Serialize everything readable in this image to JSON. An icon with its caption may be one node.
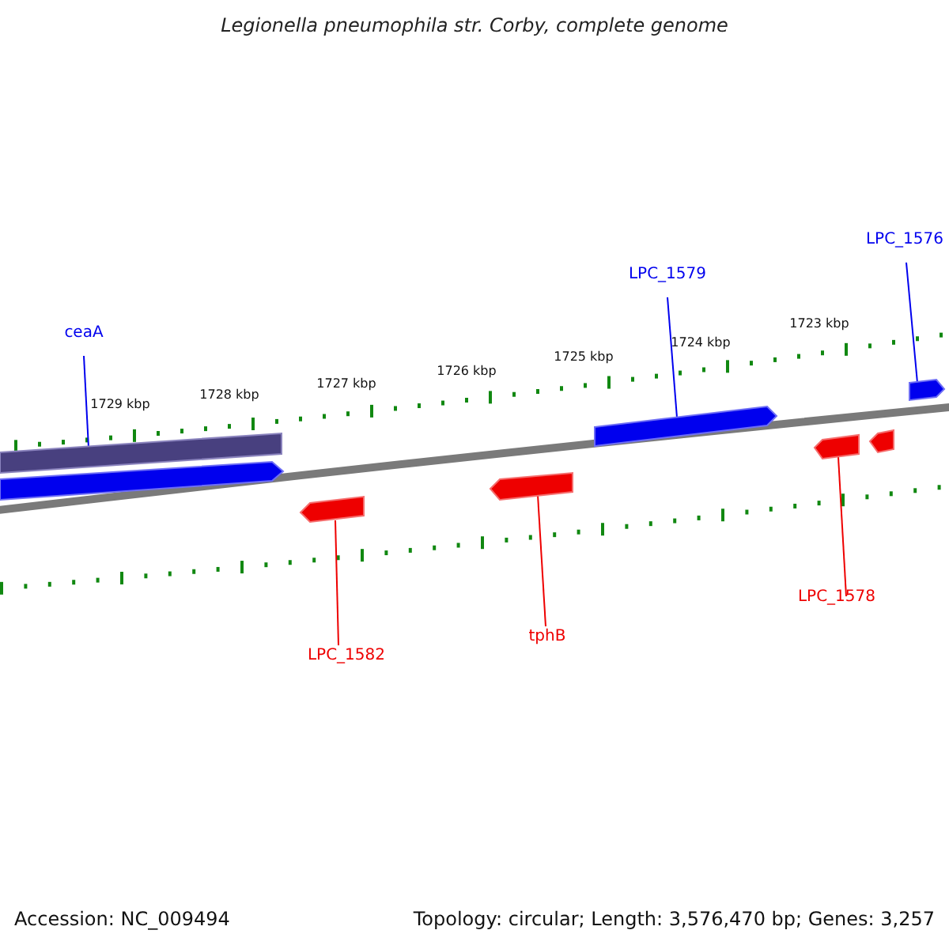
{
  "diagram": {
    "title": "Legionella pneumophila str. Corby, complete genome",
    "nodes": [
      {
        "text": [
          "LPC_1576"
        ]
      },
      {
        "text": [
          "LPC_1579"
        ]
      },
      {
        "text": [
          "ceaA"
        ]
      },
      {
        "text": [
          "LPC_1578"
        ]
      },
      {
        "text": [
          "tphB"
        ]
      },
      {
        "text": [
          "LPC_1582"
        ]
      },
      {
        "text": [],
        "shape": "bar"
      },
      {
        "text": [],
        "shape": "bar"
      },
      {
        "text": [],
        "shape": "bar"
      },
      {
        "text": [],
        "shape": "bar"
      },
      {
        "text": [],
        "shape": "bar"
      },
      {
        "text": [],
        "shape": "bar"
      },
      {
        "text": [],
        "shape": "bar"
      },
      {
        "text": [],
        "shape": "bar"
      }
    ],
    "edges": [
      {
        "from": 0,
        "to": 9,
        "arrow": "none"
      },
      {
        "from": 1,
        "to": 8,
        "arrow": "none"
      },
      {
        "from": 2,
        "to": 6,
        "arrow": "none"
      },
      {
        "from": 3,
        "to": 12,
        "arrow": "none",
        "color": "#ee0000"
      },
      {
        "from": 4,
        "to": 11,
        "arrow": "none",
        "color": "#ee0000"
      },
      {
        "from": 5,
        "to": 10,
        "arrow": "none",
        "color": "#ee0000"
      }
    ],
    "labels": [
      "1729 kbp",
      "1728 kbp",
      "1727 kbp",
      "1726 kbp",
      "1725 kbp",
      "1724 kbp",
      "1723 kbp",
      "Accession: NC_009494",
      "Topology: circular; Length: 3,576,470 bp; Genes: 3,257"
    ]
  }
}
